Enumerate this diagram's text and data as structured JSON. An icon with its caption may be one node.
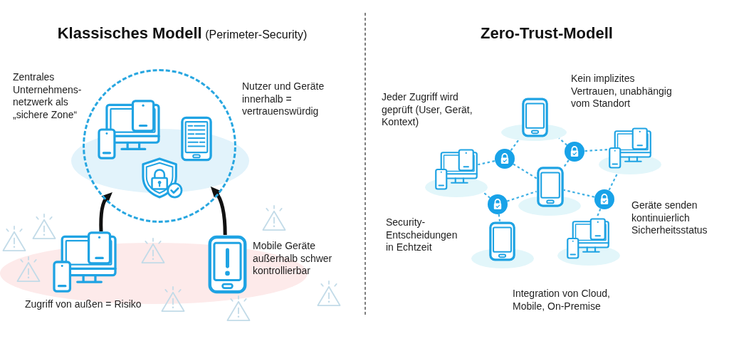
{
  "diagram": {
    "nodes": [
      {
        "text": [],
        "shape": "circle",
        "beside": [
          "Zentrales Unternehmens- netzwerk als „sichere Zone“",
          "Nutzer und Geräte innerhalb = vertrauenswürdig"
        ]
      },
      {
        "text": [],
        "shape": "picture",
        "in": 0
      },
      {
        "text": [],
        "shape": "picture",
        "in": 0
      },
      {
        "text": [],
        "shape": "picture",
        "in": 0
      },
      {
        "text": [],
        "shape": "picture",
        "beside": [
          "Zugriff von außen = Risiko"
        ]
      },
      {
        "text": [],
        "shape": "picture",
        "beside": [
          "Mobile Geräte außerhalb schwer kontrollierbar"
        ]
      },
      {
        "text": [],
        "shape": "picture"
      },
      {
        "text": [],
        "shape": "picture"
      },
      {
        "text": [],
        "shape": "picture"
      },
      {
        "text": [],
        "shape": "picture"
      },
      {
        "text": [],
        "shape": "picture"
      },
      {
        "text": [],
        "shape": "picture"
      },
      {
        "text": [],
        "shape": "circle"
      },
      {
        "text": [],
        "shape": "circle"
      },
      {
        "text": [],
        "shape": "circle"
      },
      {
        "text": [],
        "shape": "circle"
      }
    ],
    "edges": [
      {
        "from": 4,
        "to": 0,
        "arrow": "to",
        "style": "thick",
        "color": "#111111"
      },
      {
        "from": 5,
        "to": 0,
        "arrow": "to",
        "style": "thick",
        "color": "#111111"
      },
      {
        "from": 12,
        "to": 6,
        "arrow": "none",
        "style": "dashed"
      },
      {
        "from": 12,
        "to": 7,
        "arrow": "none",
        "style": "dashed"
      },
      {
        "from": 12,
        "to": 9,
        "arrow": "none",
        "style": "dashed"
      },
      {
        "from": 13,
        "to": 6,
        "arrow": "none",
        "style": "dashed"
      },
      {
        "from": 13,
        "to": 8,
        "arrow": "none",
        "style": "dashed"
      },
      {
        "from": 13,
        "to": 9,
        "arrow": "none",
        "style": "dashed"
      },
      {
        "from": 14,
        "to": 7,
        "arrow": "none",
        "style": "dashed"
      },
      {
        "from": 14,
        "to": 9,
        "arrow": "none",
        "style": "dashed"
      },
      {
        "from": 14,
        "to": 10,
        "arrow": "none",
        "style": "dashed"
      },
      {
        "from": 15,
        "to": 9,
        "arrow": "none",
        "style": "dashed"
      },
      {
        "from": 15,
        "to": 8,
        "arrow": "none",
        "style": "dashed"
      },
      {
        "from": 15,
        "to": 11,
        "arrow": "none",
        "style": "dashed"
      }
    ],
    "labels": [
      "**Klassisches Modell** (Perimeter-Security)",
      "Zero-Trust-Modell",
      "Jeder Zugriff wird geprüft (User, Gerät, Kontext)",
      "Kein implizites Vertrauen, unabhängig vom Standort",
      "Security- Entscheidungen in Echtzeit",
      "Geräte senden kontinuierlich Sicherheitsstatus",
      "Integration von Cloud, Mobile, On-Premise"
    ]
  }
}
